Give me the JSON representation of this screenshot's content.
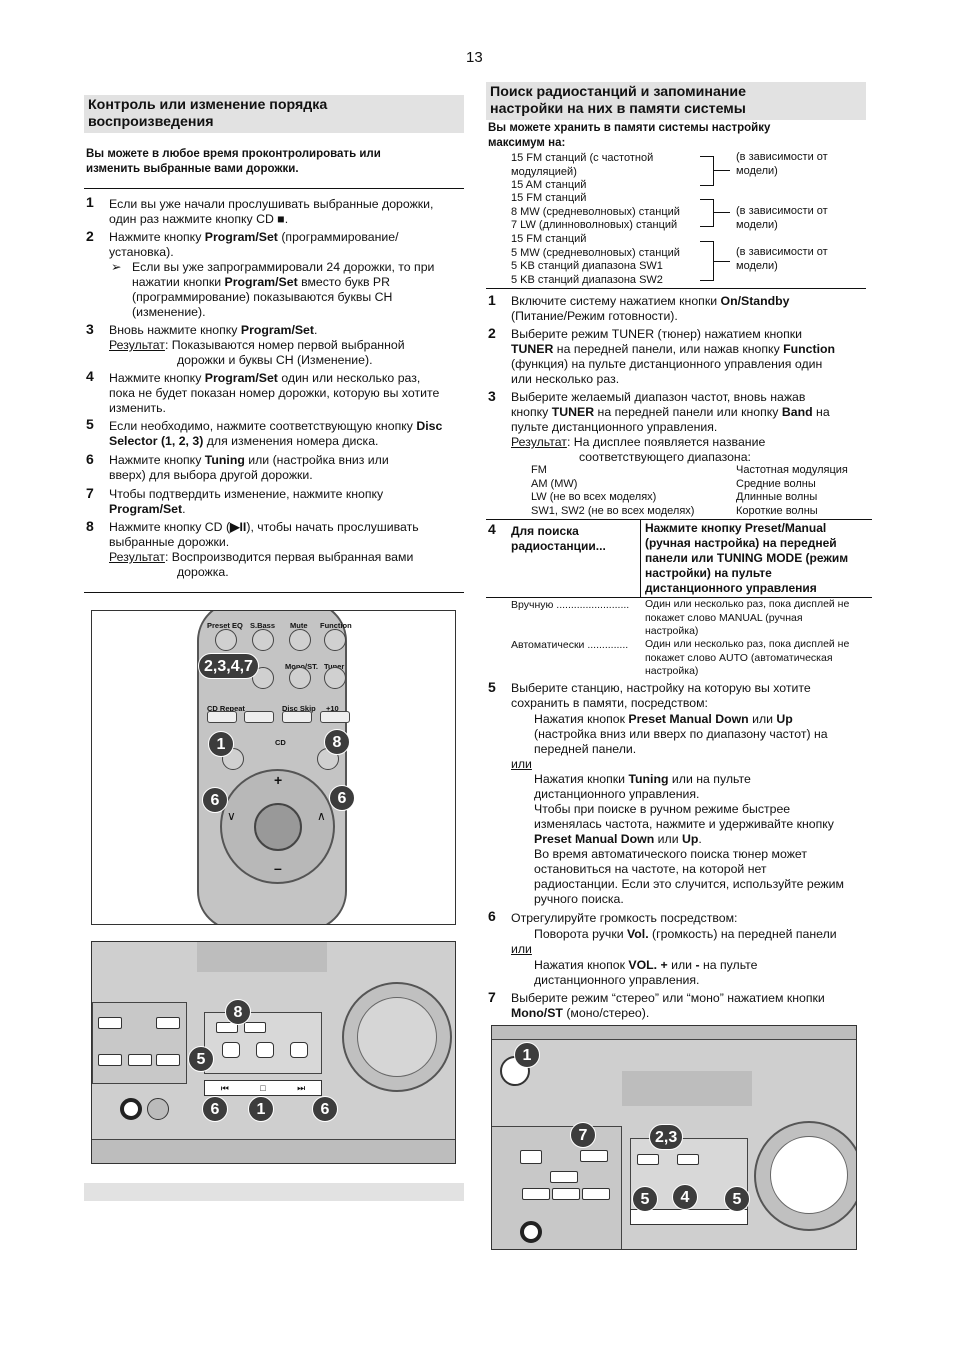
{
  "page_number": "13",
  "left": {
    "heading_line1": "Контроль или изменение порядка",
    "heading_line2": "воспроизведения",
    "intro_line1": "Вы можете в любое время проконтролировать или",
    "intro_line2": "изменить выбранные вами дорожки.",
    "s1_num": "1",
    "s1_l1": "Если вы уже начали прослушивать выбранные дорожки,",
    "s1_l2": "один раз нажмите кнопку CD ■.",
    "s2_num": "2",
    "s2_l1a": "Нажмите кнопку ",
    "s2_l1b": "Program/Set",
    "s2_l1c": " (программирование/",
    "s2_l2": "установка).",
    "s2_arrow": "➢",
    "s2_n1": "Если вы уже запрограммировали 24 дорожки, то при",
    "s2_n2a": "нажатии кнопки ",
    "s2_n2b": "Program/Set",
    "s2_n2c": " вместо букв PR",
    "s2_n3": "(программирование) показываются буквы CH",
    "s2_n4": "(изменение).",
    "s3_num": "3",
    "s3_l1a": "Вновь нажмите кнопку ",
    "s3_l1b": "Program/Set",
    "s3_l1c": ".",
    "s3_res": "Результат",
    "s3_r1": ": Показываются номер первой выбранной",
    "s3_r2": "дорожки и буквы CH (Изменение).",
    "s4_num": "4",
    "s4_l1a": "Нажмите кнопку ",
    "s4_l1b": "Program/Set",
    "s4_l1c": " один или несколько раз,",
    "s4_l2": "пока не будет показан номер дорожки, которую вы хотите",
    "s4_l3": "изменить.",
    "s5_num": "5",
    "s5_l1a": "Если необходимо, нажмите соответствующую кнопку ",
    "s5_l1b": "Disc",
    "s5_l2a": "Selector (1, 2, 3)",
    "s5_l2b": " для изменения номера диска.",
    "s6_num": "6",
    "s6_l1a": "Нажмите кнопку ",
    "s6_l1b": "Tuning",
    "s6_l1c": "    или    (настройка вниз или",
    "s6_l2": "вверх) для выбора другой дорожки.",
    "s7_num": "7",
    "s7_l1": "Чтобы подтвердить изменение, нажмите кнопку",
    "s7_l2a": "Program/Set",
    "s7_l2b": ".",
    "s8_num": "8",
    "s8_l1a": "Нажмите кнопку CD (",
    "s8_l1b": "▶II",
    "s8_l1c": "), чтобы начать прослушивать",
    "s8_l2": "выбранные дорожки.",
    "s8_res": "Результат",
    "s8_r1": ": Воспроизводится первая выбранная вами",
    "s8_r2": "дорожка."
  },
  "remote": {
    "btn_labels": [
      "Preset EQ",
      "S.Bass",
      "Mute",
      "Function",
      "Mono/ST.",
      "Tuner",
      "CD Repeat",
      "Disc Skip",
      "+10",
      "CD"
    ],
    "callouts": [
      "2,3,4,7",
      "1",
      "8",
      "6",
      "6"
    ],
    "pm": [
      "+",
      "–",
      "∨",
      "∧"
    ]
  },
  "panel_left": {
    "callouts": [
      "8",
      "5",
      "6",
      "1",
      "6"
    ],
    "syms": [
      "⏮",
      "□",
      "⏭"
    ]
  },
  "right": {
    "heading_line1": "Поиск радиостанций и запоминание",
    "heading_line2": "настройки на них в памяти системы",
    "intro_line1": "Вы можете хранить в памяти системы настройку",
    "intro_line2": "максимум на:",
    "mem_groups": [
      {
        "lines": [
          "15 FM станций (с частотной",
          "модуляцией)",
          "15 AM станций"
        ],
        "note": [
          "(в зависимости от",
          "модели)"
        ]
      },
      {
        "lines": [
          "15 FM станций",
          "8 MW (средневолновых) станций",
          "7 LW (длинноволновых) станций"
        ],
        "note": [
          "(в зависимости от",
          "модели)"
        ]
      },
      {
        "lines": [
          "15 FM станций",
          "5 MW (средневолновых) станций",
          "5 KB станций диапазона SW1",
          "5 KB станций диапазона SW2"
        ],
        "note": [
          "(в зависимости от",
          "модели)"
        ]
      }
    ],
    "r1_num": "1",
    "r1_l1a": "Включите систему нажатием кнопки ",
    "r1_l1b": "On/Standby",
    "r1_l2": "(Питание/Режим готовности).",
    "r2_num": "2",
    "r2_l1": "Выберите режим TUNER (тюнер) нажатием кнопки",
    "r2_l2a": "TUNER",
    "r2_l2b": " на передней панели, или нажав кнопку ",
    "r2_l2c": "Function",
    "r2_l3": "(функция) на пульте дистанционного управления один",
    "r2_l4": "или несколько раз.",
    "r3_num": "3",
    "r3_l1": "Выберите желаемый диапазон частот, вновь нажав",
    "r3_l2a": "кнопку ",
    "r3_l2b": "TUNER",
    "r3_l2c": " на передней панели или кнопку ",
    "r3_l2d": "Band",
    "r3_l2e": " на",
    "r3_l3": "пульте дистанционного управления.",
    "r3_res": "Результат",
    "r3_r1": ": На дисплее появляется название",
    "r3_r2": "соответствующего диапазона:",
    "bands": [
      {
        "band": "FM",
        "desc": "Частотная модуляция"
      },
      {
        "band": "AM (MW)",
        "desc": "Средние волны"
      },
      {
        "band": "LW (не во всех моделях)",
        "desc": "Длинные волны"
      },
      {
        "band": "SW1, SW2 (не во всех моделях)",
        "desc": "Короткие волны"
      }
    ],
    "r4_num": "4",
    "r4_left1": "Для поиска",
    "r4_left2": "радиостанции...",
    "r4_right": [
      "Нажмите кнопку Preset/Manual",
      "(ручная настройка) на передней",
      "панели или TUNING MODE (режим",
      "настройки) на пульте",
      "дистанционного управления"
    ],
    "manual_label": "Вручную .........................",
    "manual_text": [
      "Один или несколько раз, пока дисплей не",
      "покажет слово MANUAL (ручная",
      "настройка)"
    ],
    "auto_label": "Автоматически ..............",
    "auto_text": [
      "Один или несколько раз, пока дисплей не",
      "покажет слово AUTO (автоматическая",
      "настройка)"
    ],
    "r5_num": "5",
    "r5_l1": "Выберите станцию, настройку на которую вы хотите",
    "r5_l2": "сохранить в памяти, посредством:",
    "r5_a1a": "Нажатия кнопок ",
    "r5_a1b": "Preset Manual Down",
    "r5_a1c": " или ",
    "r5_a1d": "Up",
    "r5_a2": "(настройка вниз или вверх по диапазону частот) на",
    "r5_a3": "передней панели.",
    "r5_or": "или",
    "r5_b1a": "Нажатия кнопки ",
    "r5_b1b": "Tuning",
    "r5_b1c": "    или     на пульте",
    "r5_b2": "дистанционного управления.",
    "r5_c1": "Чтобы при поиске в ручном режиме быстрее",
    "r5_c2": "изменялась частота, нажмите и удерживайте кнопку",
    "r5_c3a": "Preset Manual Down",
    "r5_c3b": " или ",
    "r5_c3c": "Up",
    "r5_c3d": ".",
    "r5_d1": "Во время автоматического поиска тюнер может",
    "r5_d2": "остановиться на частоте, на которой нет",
    "r5_d3": "радиостанции. Если это случится, используйте режим",
    "r5_d4": "ручного поиска.",
    "r6_num": "6",
    "r6_l1": "Отрегулируйте громкость посредством:",
    "r6_a1a": "Поворота ручки ",
    "r6_a1b": "Vol.",
    "r6_a1c": " (громкость) на передней панели",
    "r6_or": "или",
    "r6_b1a": "Нажатия кнопок ",
    "r6_b1b": "VOL. +",
    "r6_b1c": " или ",
    "r6_b1d": "-",
    "r6_b1e": " на пульте",
    "r6_b2": "дистанционного управления.",
    "r7_num": "7",
    "r7_l1": "Выберите режим “стерео” или “моно” нажатием кнопки",
    "r7_l2a": "Mono/ST",
    "r7_l2b": " (моно/стерео)."
  },
  "panel_right": {
    "callouts": [
      "1",
      "7",
      "2,3",
      "5",
      "4",
      "5"
    ]
  }
}
